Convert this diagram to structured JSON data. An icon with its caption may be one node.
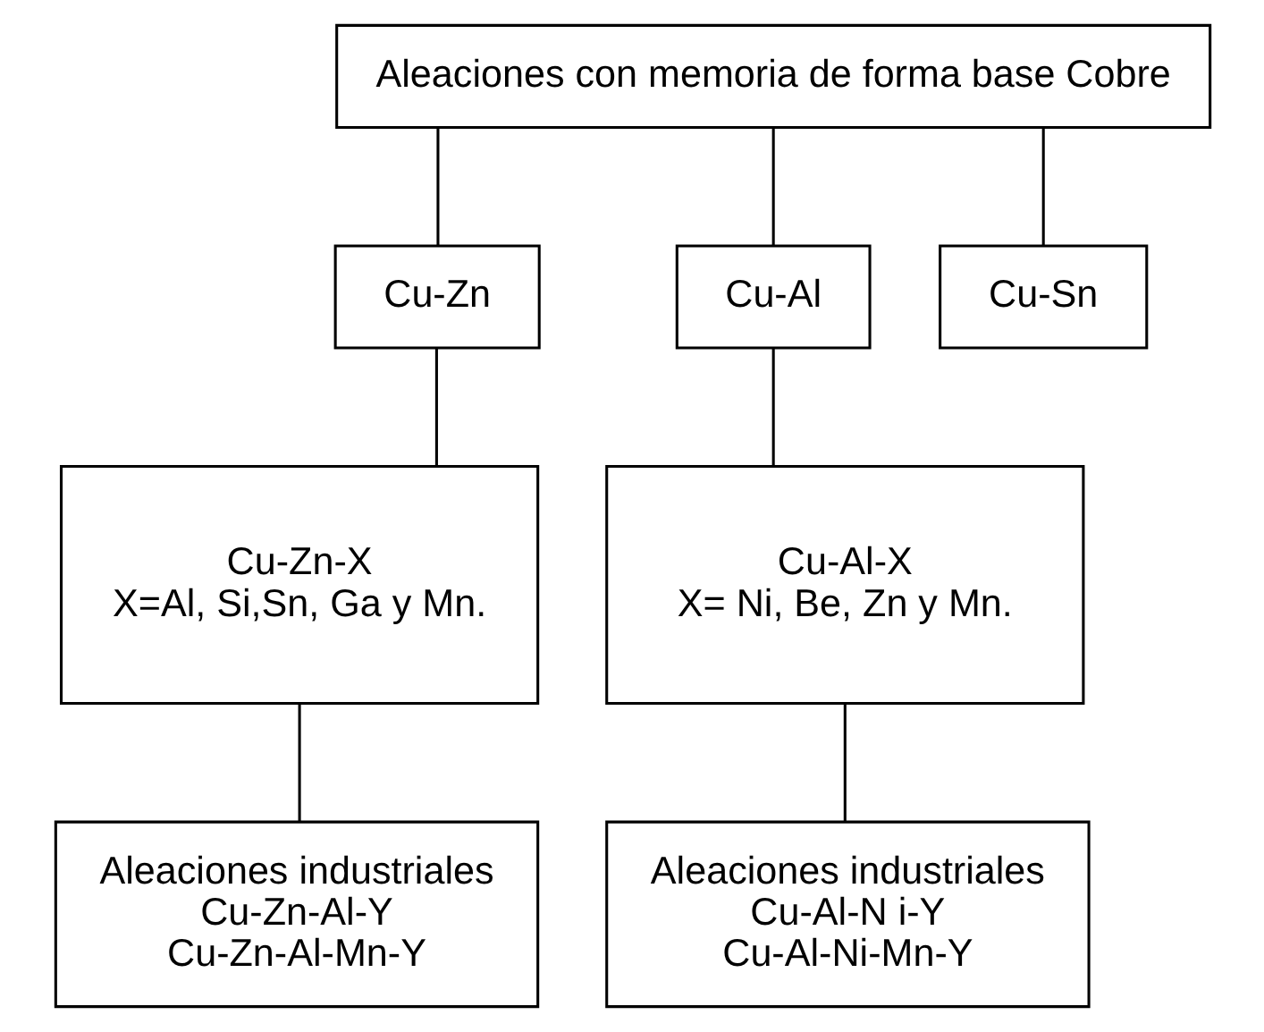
{
  "diagram": {
    "nodes": [
      {
        "text": [
          "Aleaciones con memoria de forma base Cobre"
        ]
      },
      {
        "text": [
          "Cu-Zn"
        ]
      },
      {
        "text": [
          "Cu-Al"
        ]
      },
      {
        "text": [
          "Cu-Sn"
        ]
      },
      {
        "text": [
          "Cu-Zn-X",
          "X=Al, Si,Sn, Ga y Mn."
        ]
      },
      {
        "text": [
          "Cu-Al-X",
          "X= Ni, Be, Zn y Mn."
        ]
      },
      {
        "text": [
          "Aleaciones industriales",
          "Cu-Zn-Al-Y",
          "Cu-Zn-Al-Mn-Y"
        ]
      },
      {
        "text": [
          "Aleaciones industriales",
          "Cu-Al-N i-Y",
          "Cu-Al-Ni-Mn-Y"
        ]
      }
    ],
    "edges": [
      {
        "from": 0,
        "to": 1,
        "arrow": "none"
      },
      {
        "from": 0,
        "to": 2,
        "arrow": "none"
      },
      {
        "from": 0,
        "to": 3,
        "arrow": "none"
      },
      {
        "from": 1,
        "to": 4,
        "arrow": "none"
      },
      {
        "from": 2,
        "to": 5,
        "arrow": "none"
      },
      {
        "from": 4,
        "to": 6,
        "arrow": "none"
      },
      {
        "from": 5,
        "to": 7,
        "arrow": "none"
      }
    ]
  }
}
